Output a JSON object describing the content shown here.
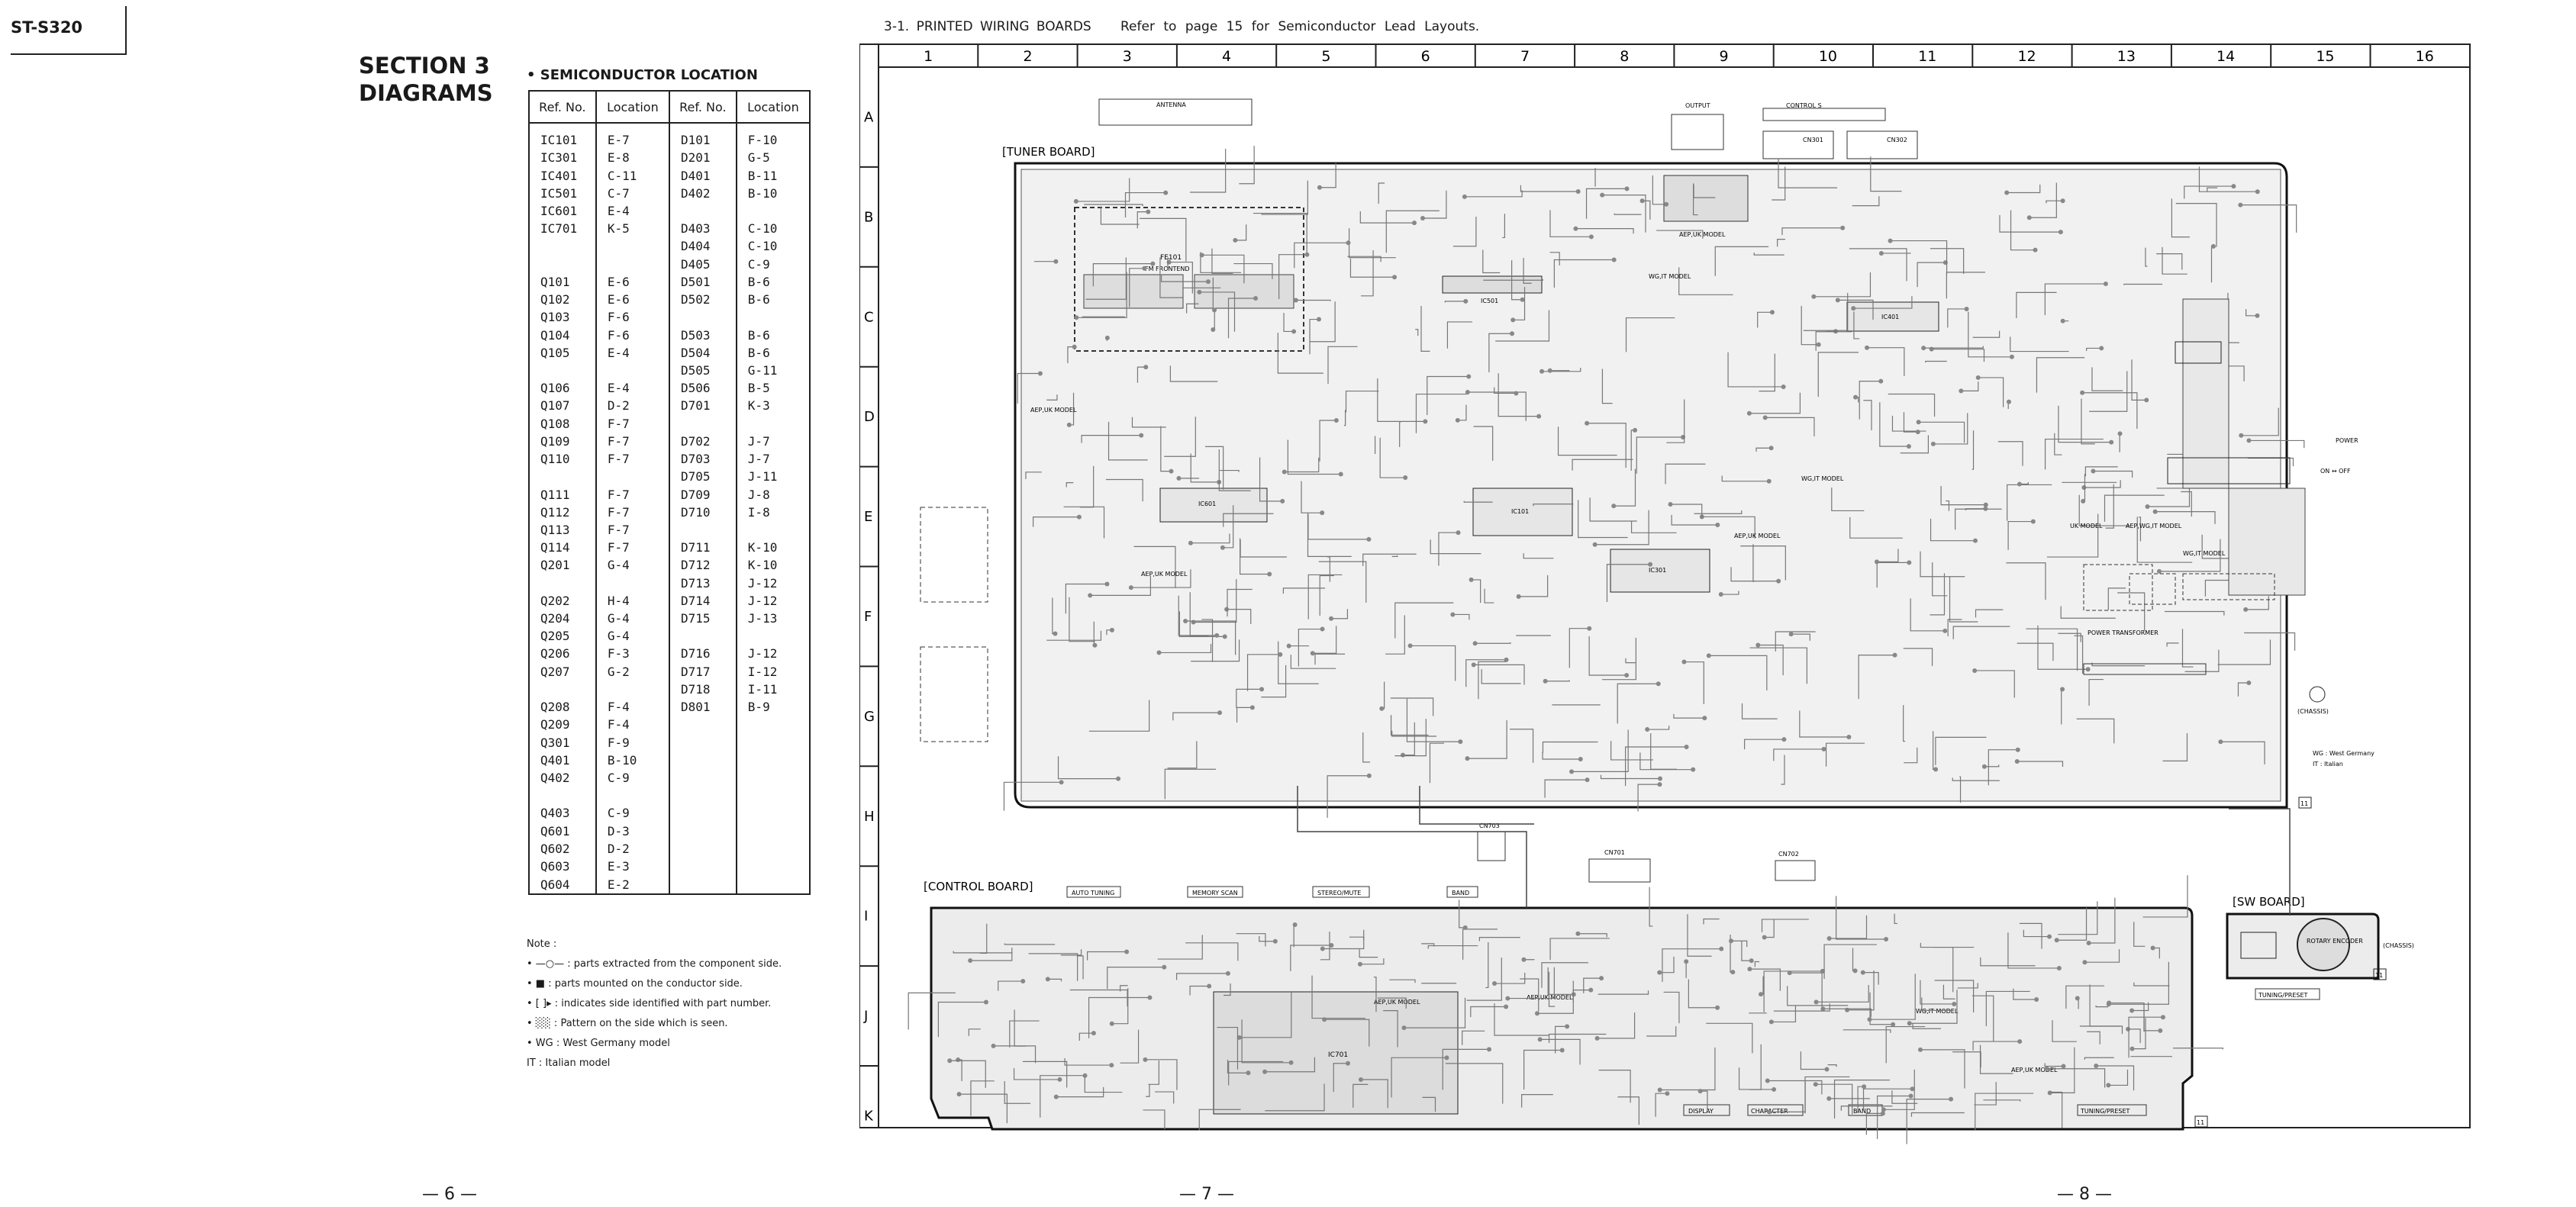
{
  "model": "ST-S320",
  "section": {
    "line1": "SECTION 3",
    "line2": "DIAGRAMS"
  },
  "semiconductor_heading": "• SEMICONDUCTOR LOCATION",
  "table_headers": [
    "Ref. No.",
    "Location",
    "Ref. No.",
    "Location"
  ],
  "table_rows": [
    [
      "IC101",
      "E-7",
      "D101",
      "F-10"
    ],
    [
      "IC301",
      "E-8",
      "D201",
      "G-5"
    ],
    [
      "IC401",
      "C-11",
      "D401",
      "B-11"
    ],
    [
      "IC501",
      "C-7",
      "D402",
      "B-10"
    ],
    [
      "IC601",
      "E-4",
      "",
      ""
    ],
    [
      "IC701",
      "K-5",
      "D403",
      "C-10"
    ],
    [
      "",
      "",
      "D404",
      "C-10"
    ],
    [
      "",
      "",
      "D405",
      "C-9"
    ],
    [
      "Q101",
      "E-6",
      "D501",
      "B-6"
    ],
    [
      "Q102",
      "E-6",
      "D502",
      "B-6"
    ],
    [
      "Q103",
      "F-6",
      "",
      ""
    ],
    [
      "Q104",
      "F-6",
      "D503",
      "B-6"
    ],
    [
      "Q105",
      "E-4",
      "D504",
      "B-6"
    ],
    [
      "",
      "",
      "D505",
      "G-11"
    ],
    [
      "Q106",
      "E-4",
      "D506",
      "B-5"
    ],
    [
      "Q107",
      "D-2",
      "D701",
      "K-3"
    ],
    [
      "Q108",
      "F-7",
      "",
      ""
    ],
    [
      "Q109",
      "F-7",
      "D702",
      "J-7"
    ],
    [
      "Q110",
      "F-7",
      "D703",
      "J-7"
    ],
    [
      "",
      "",
      "D705",
      "J-11"
    ],
    [
      "Q111",
      "F-7",
      "D709",
      "J-8"
    ],
    [
      "Q112",
      "F-7",
      "D710",
      "I-8"
    ],
    [
      "Q113",
      "F-7",
      "",
      ""
    ],
    [
      "Q114",
      "F-7",
      "D711",
      "K-10"
    ],
    [
      "Q201",
      "G-4",
      "D712",
      "K-10"
    ],
    [
      "",
      "",
      "D713",
      "J-12"
    ],
    [
      "Q202",
      "H-4",
      "D714",
      "J-12"
    ],
    [
      "Q204",
      "G-4",
      "D715",
      "J-13"
    ],
    [
      "Q205",
      "G-4",
      "",
      ""
    ],
    [
      "Q206",
      "F-3",
      "D716",
      "J-12"
    ],
    [
      "Q207",
      "G-2",
      "D717",
      "I-12"
    ],
    [
      "",
      "",
      "D718",
      "I-11"
    ],
    [
      "Q208",
      "F-4",
      "D801",
      "B-9"
    ],
    [
      "Q209",
      "F-4",
      "",
      ""
    ],
    [
      "Q301",
      "F-9",
      "",
      ""
    ],
    [
      "Q401",
      "B-10",
      "",
      ""
    ],
    [
      "Q402",
      "C-9",
      "",
      ""
    ],
    [
      "",
      "",
      "",
      ""
    ],
    [
      "Q403",
      "C-9",
      "",
      ""
    ],
    [
      "Q601",
      "D-3",
      "",
      ""
    ],
    [
      "Q602",
      "D-2",
      "",
      ""
    ],
    [
      "Q603",
      "E-3",
      "",
      ""
    ],
    [
      "Q604",
      "E-2",
      "",
      ""
    ]
  ],
  "notes": {
    "title": "Note :",
    "items": [
      "• —○— : parts extracted from the component side.",
      "• ■ : parts mounted on the conductor side.",
      "• [ ]▸ : indicates side identified with part number.",
      "• ░░ : Pattern on the side which is seen.",
      "• WG : West Germany model",
      "  IT : Italian model"
    ]
  },
  "wiring_title": "3-1. PRINTED WIRING BOARDS",
  "wiring_ref": "Refer to page 15 for Semiconductor Lead Layouts.",
  "grid_cols": [
    "1",
    "2",
    "3",
    "4",
    "5",
    "6",
    "7",
    "8",
    "9",
    "10",
    "11",
    "12",
    "13",
    "14",
    "15",
    "16"
  ],
  "grid_rows": [
    "A",
    "B",
    "C",
    "D",
    "E",
    "F",
    "G",
    "H",
    "I",
    "J",
    "K"
  ],
  "boards": {
    "tuner": "[TUNER BOARD]",
    "control": "[CONTROL BOARD]",
    "sw": "[SW BOARD]"
  },
  "board_labels": {
    "antenna": "ANTENNA",
    "control_s": "CONTROL S",
    "output": "OUTPUT",
    "fe101": "FE101",
    "fm_frontend": "FM FRONTEND",
    "aep_uk_model": "AEP,UK MODEL",
    "wg_it_model": "WG,IT MODEL",
    "uk_model": "UK MODEL",
    "aep_wg_it_model": "AEP,WG,IT MODEL",
    "power_transformer": "POWER TRANSFORMER",
    "power": "POWER",
    "on_off": "ON ↔ OFF",
    "chassis": "(CHASSIS)",
    "wg_note": "WG : West Germany",
    "it_note": "IT : Italian",
    "ic101": "IC101",
    "ic301": "IC301",
    "ic401": "IC401",
    "ic501": "IC501",
    "ic601": "IC601",
    "ic701": "IC701",
    "cn301": "CN301",
    "cn302": "CN302",
    "cn701": "CN701",
    "cn702": "CN702",
    "cn703": "CN703",
    "auto_tuning": "AUTO TUNING",
    "memory_scan": "MEMORY SCAN",
    "stereo_mute": "STEREO/MUTE",
    "band": "BAND",
    "display": "DISPLAY",
    "character": "CHARACTER",
    "band_btn": "BAND",
    "tuning_preset": "TUNING/PRESET",
    "rotary_encoder": "ROTARY ENCODER",
    "chassis_sw": "(CHASSIS)",
    "page_ref": "11"
  },
  "page_numbers": [
    "— 6 —",
    "— 7 —",
    "— 8 —"
  ]
}
